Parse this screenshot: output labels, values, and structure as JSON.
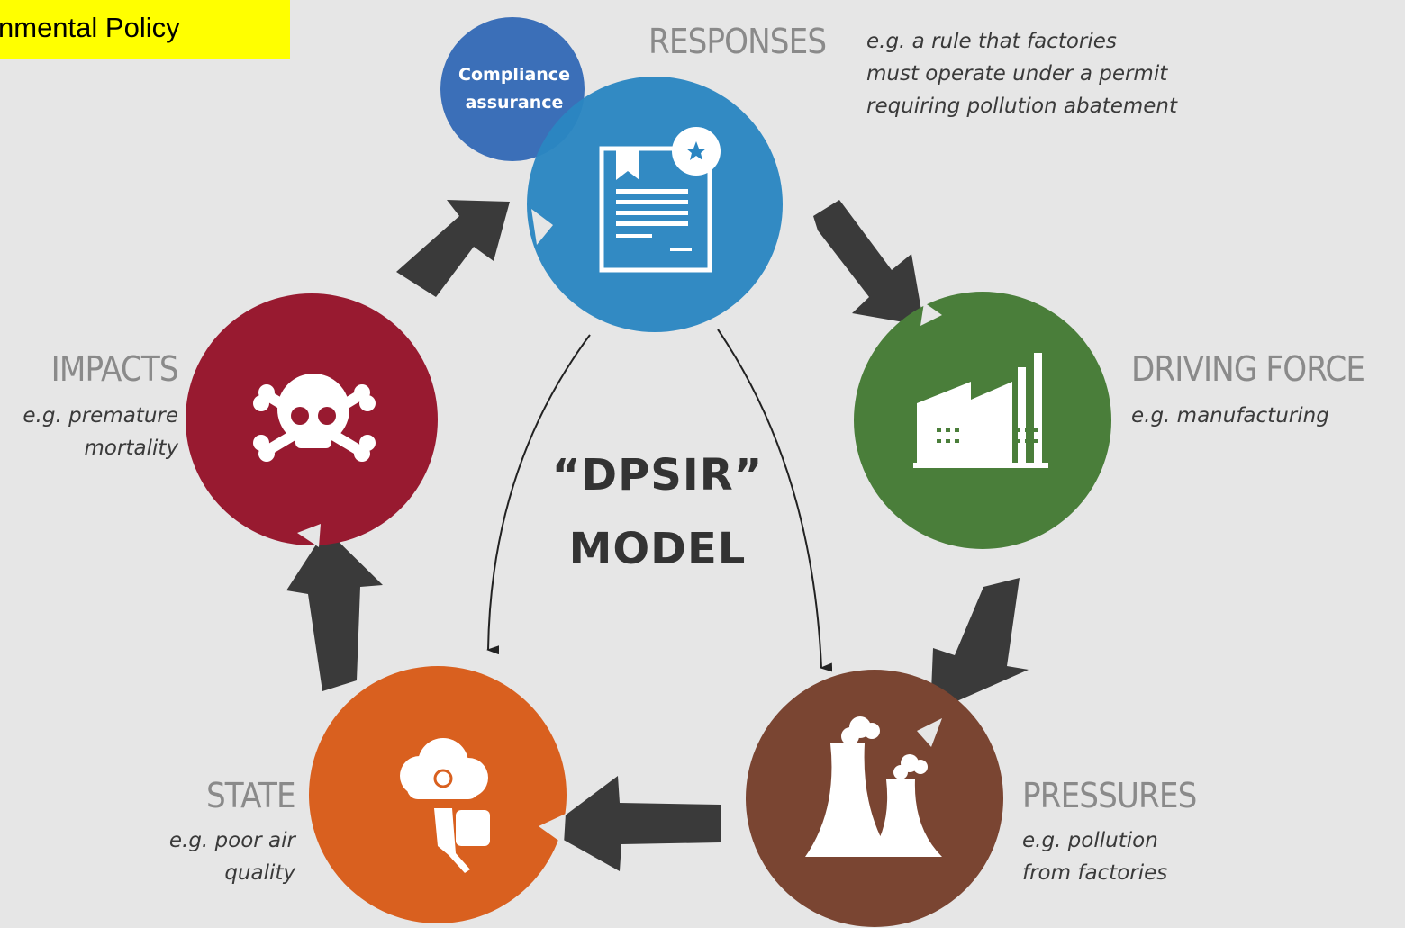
{
  "banner": {
    "text": "nmental Policy",
    "color": "#ffff00"
  },
  "model": {
    "line1": "“DPSIR”",
    "line2": "MODEL"
  },
  "compliance": {
    "line1": "Compliance",
    "line2": "assurance",
    "color": "#3b6fb8"
  },
  "stages": {
    "responses": {
      "title": "RESPONSES",
      "example": [
        "e.g. a rule that factories",
        "must operate under a permit",
        "requiring pollution abatement"
      ],
      "color": "#2b86c2",
      "icon": "permit-document-icon"
    },
    "driving_force": {
      "title": "DRIVING FORCE",
      "example": [
        "e.g. manufacturing"
      ],
      "color": "#4a7e3a",
      "icon": "factory-icon"
    },
    "pressures": {
      "title": "PRESSURES",
      "example": [
        "e.g. pollution",
        "from factories"
      ],
      "color": "#7a4532",
      "icon": "cooling-towers-icon"
    },
    "state": {
      "title": "STATE",
      "example": [
        "e.g. poor air",
        "quality"
      ],
      "color": "#d9601f",
      "icon": "cloud-thumbs-down-icon"
    },
    "impacts": {
      "title": "IMPACTS",
      "example": [
        "e.g. premature",
        "mortality"
      ],
      "color": "#981a30",
      "icon": "skull-crossbones-icon"
    }
  },
  "arrow_color": "#3a3a3a"
}
